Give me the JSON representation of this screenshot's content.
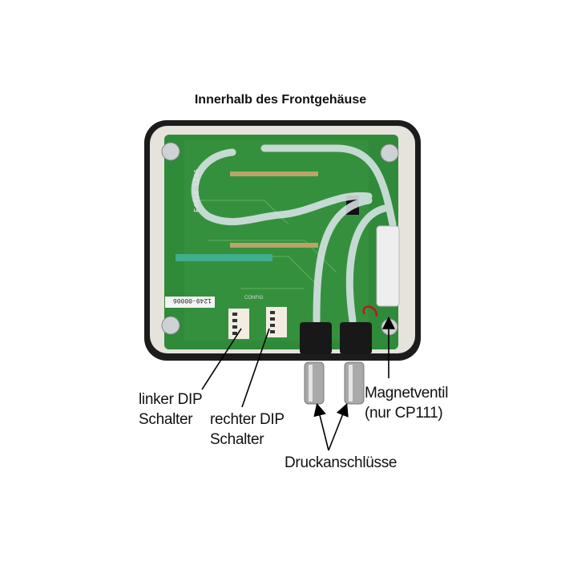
{
  "title": "Innerhalb des Frontgehäuse",
  "pcb_labels": {
    "board_id": "F4618 1246",
    "serial": "1249-00006",
    "config": "CONFIG"
  },
  "labels": {
    "left_dip": [
      "linker DIP",
      "Schalter"
    ],
    "right_dip": [
      "rechter DIP",
      "Schalter"
    ],
    "solenoid": [
      "Magnetventil",
      "(nur CP111)"
    ],
    "pressure": "Druckanschlüsse"
  },
  "colors": {
    "pcb": "#2f8a3a",
    "housing": "#e6e2dc",
    "gasket": "#1c1c1c",
    "terminal": "#3fae8a"
  }
}
